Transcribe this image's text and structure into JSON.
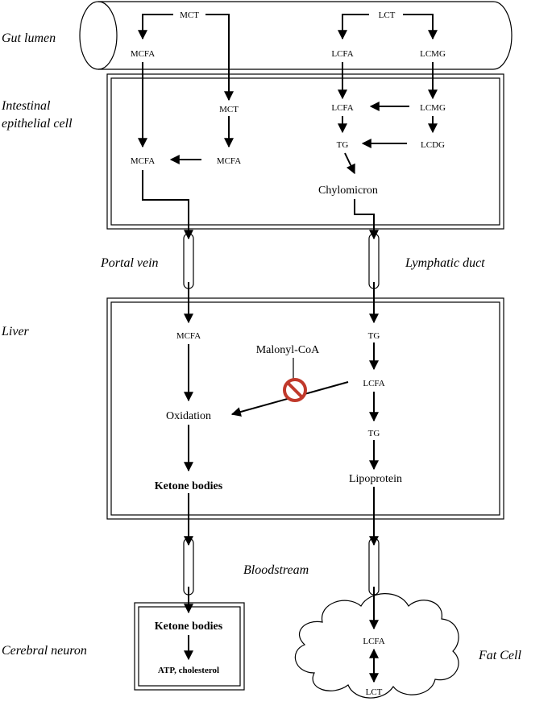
{
  "regions": {
    "gut_lumen": "Gut lumen",
    "intestinal_line1": "Intestinal",
    "intestinal_line2": "epithelial cell",
    "portal_vein": "Portal vein",
    "lymphatic_duct": "Lymphatic duct",
    "liver": "Liver",
    "bloodstream": "Bloodstream",
    "cerebral_neuron": "Cerebral neuron",
    "fat_cell": "Fat Cell"
  },
  "gut": {
    "mct": "MCT",
    "lct": "LCT",
    "mcfa": "MCFA",
    "lcfa": "LCFA",
    "lcmg": "LCMG"
  },
  "intestine": {
    "mct": "MCT",
    "mcfa_left": "MCFA",
    "mcfa_right": "MCFA",
    "lcfa": "LCFA",
    "lcmg": "LCMG",
    "tg": "TG",
    "lcdg": "LCDG",
    "chylomicron": "Chylomicron"
  },
  "liver": {
    "mcfa": "MCFA",
    "malonyl": "Malonyl-CoA",
    "oxidation": "Oxidation",
    "ketone": "Ketone bodies",
    "tg_top": "TG",
    "lcfa": "LCFA",
    "tg_bottom": "TG",
    "lipoprotein": "Lipoprotein"
  },
  "neuron": {
    "ketone": "Ketone bodies",
    "atp": "ATP, cholesterol"
  },
  "fat": {
    "lcfa": "LCFA",
    "lct": "LCT"
  }
}
